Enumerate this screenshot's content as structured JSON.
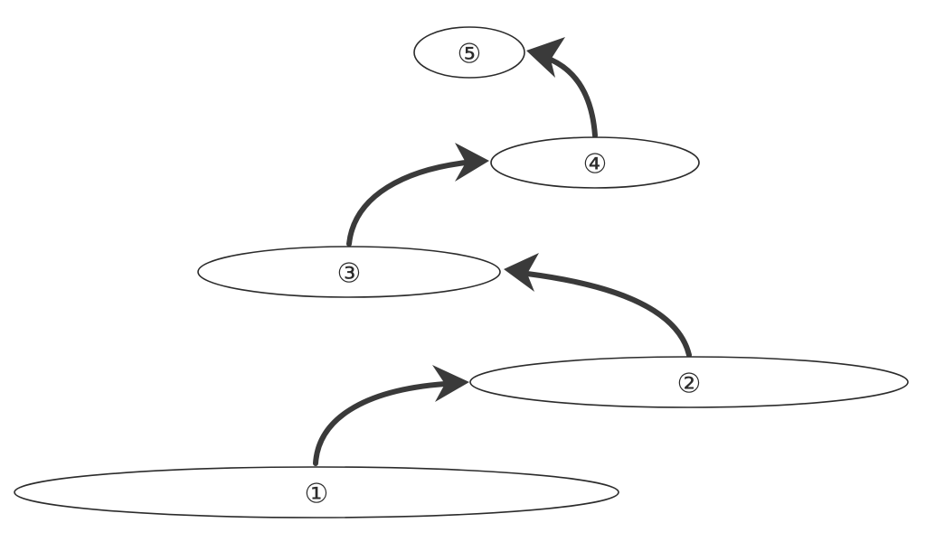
{
  "diagram": {
    "type": "flow",
    "line_color": "#3a3a3a",
    "node_stroke_color": "#2b2b2b",
    "nodes": [
      {
        "id": "n1",
        "label": "①"
      },
      {
        "id": "n2",
        "label": "②"
      },
      {
        "id": "n3",
        "label": "③"
      },
      {
        "id": "n4",
        "label": "④"
      },
      {
        "id": "n5",
        "label": "⑤"
      }
    ],
    "edges": [
      {
        "from": "n1",
        "to": "n2"
      },
      {
        "from": "n2",
        "to": "n3"
      },
      {
        "from": "n3",
        "to": "n4"
      },
      {
        "from": "n4",
        "to": "n5"
      }
    ]
  }
}
